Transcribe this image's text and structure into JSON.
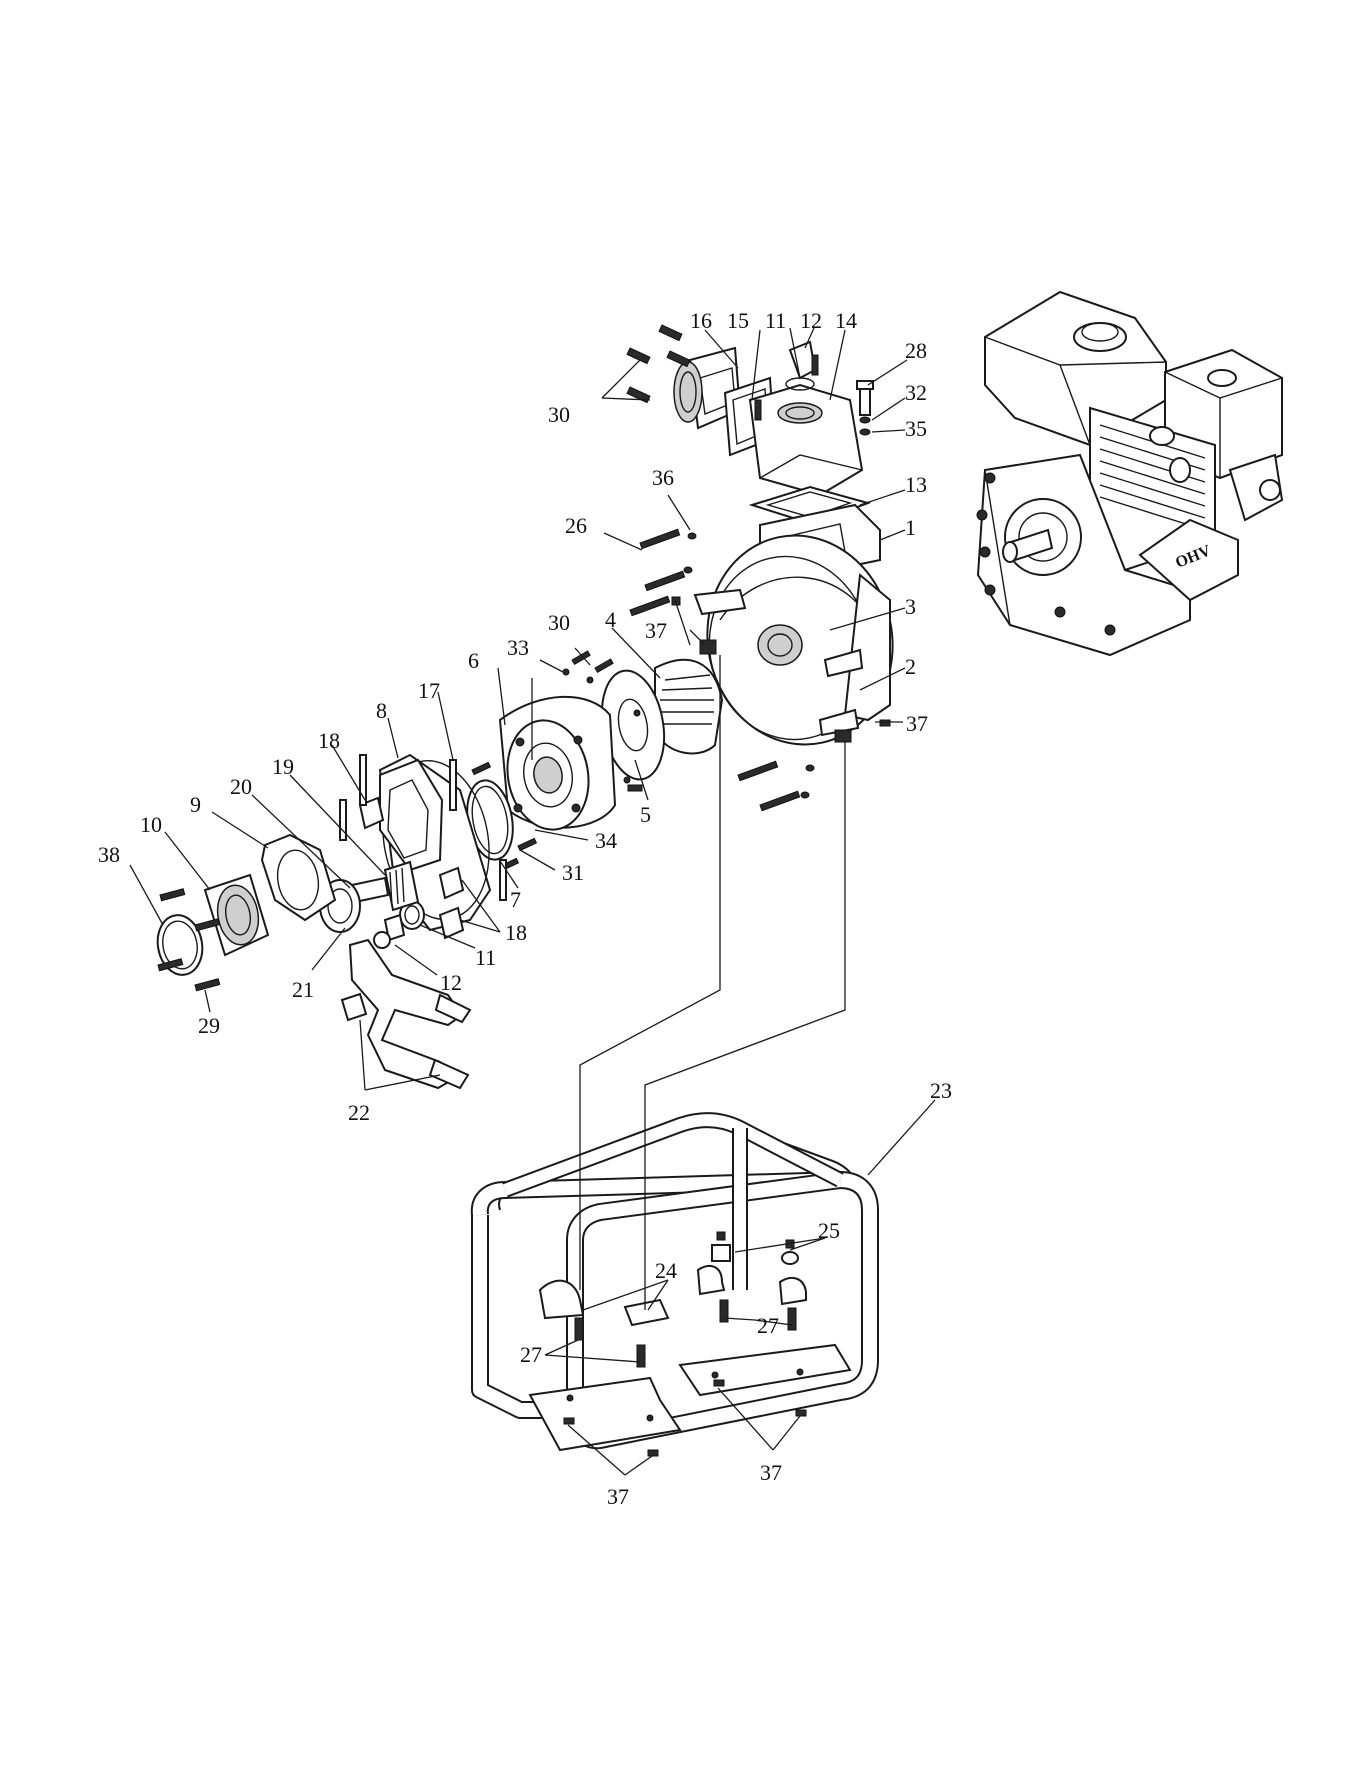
{
  "diagram": {
    "part_labels": [
      "1",
      "2",
      "3",
      "4",
      "5",
      "6",
      "7",
      "8",
      "9",
      "10",
      "11",
      "11",
      "12",
      "12",
      "13",
      "14",
      "15",
      "16",
      "17",
      "18",
      "18",
      "19",
      "20",
      "21",
      "22",
      "23",
      "24",
      "25",
      "26",
      "27",
      "27",
      "28",
      "29",
      "30",
      "30",
      "31",
      "32",
      "33",
      "34",
      "35",
      "36",
      "37",
      "37",
      "37",
      "37",
      "38"
    ]
  }
}
